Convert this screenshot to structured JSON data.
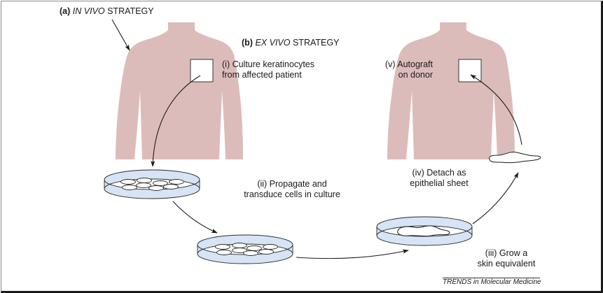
{
  "figure": {
    "in_vivo_label": {
      "prefix": "(a)",
      "italic": "IN VIVO",
      "rest": "STRATEGY"
    },
    "ex_vivo_label": {
      "prefix": "(b)",
      "italic": "EX VIVO",
      "rest": "STRATEGY"
    },
    "steps": [
      {
        "lines": [
          "(i) Culture keratinocytes",
          "from affected patient"
        ]
      },
      {
        "lines": [
          "(ii) Propagate and",
          "transduce cells in culture"
        ]
      },
      {
        "lines": [
          "(iii) Grow a",
          "skin equivalent"
        ]
      },
      {
        "lines": [
          "(iv) Detach as",
          "epithelial sheet"
        ]
      },
      {
        "lines": [
          "(v) Autograft",
          "on donor"
        ]
      }
    ],
    "source_credit": "TRENDS in Molecular Medicine"
  },
  "colors": {
    "skin": "#dcbcbb",
    "dish": "#d6e4f5",
    "ink": "#1a1a1a"
  }
}
